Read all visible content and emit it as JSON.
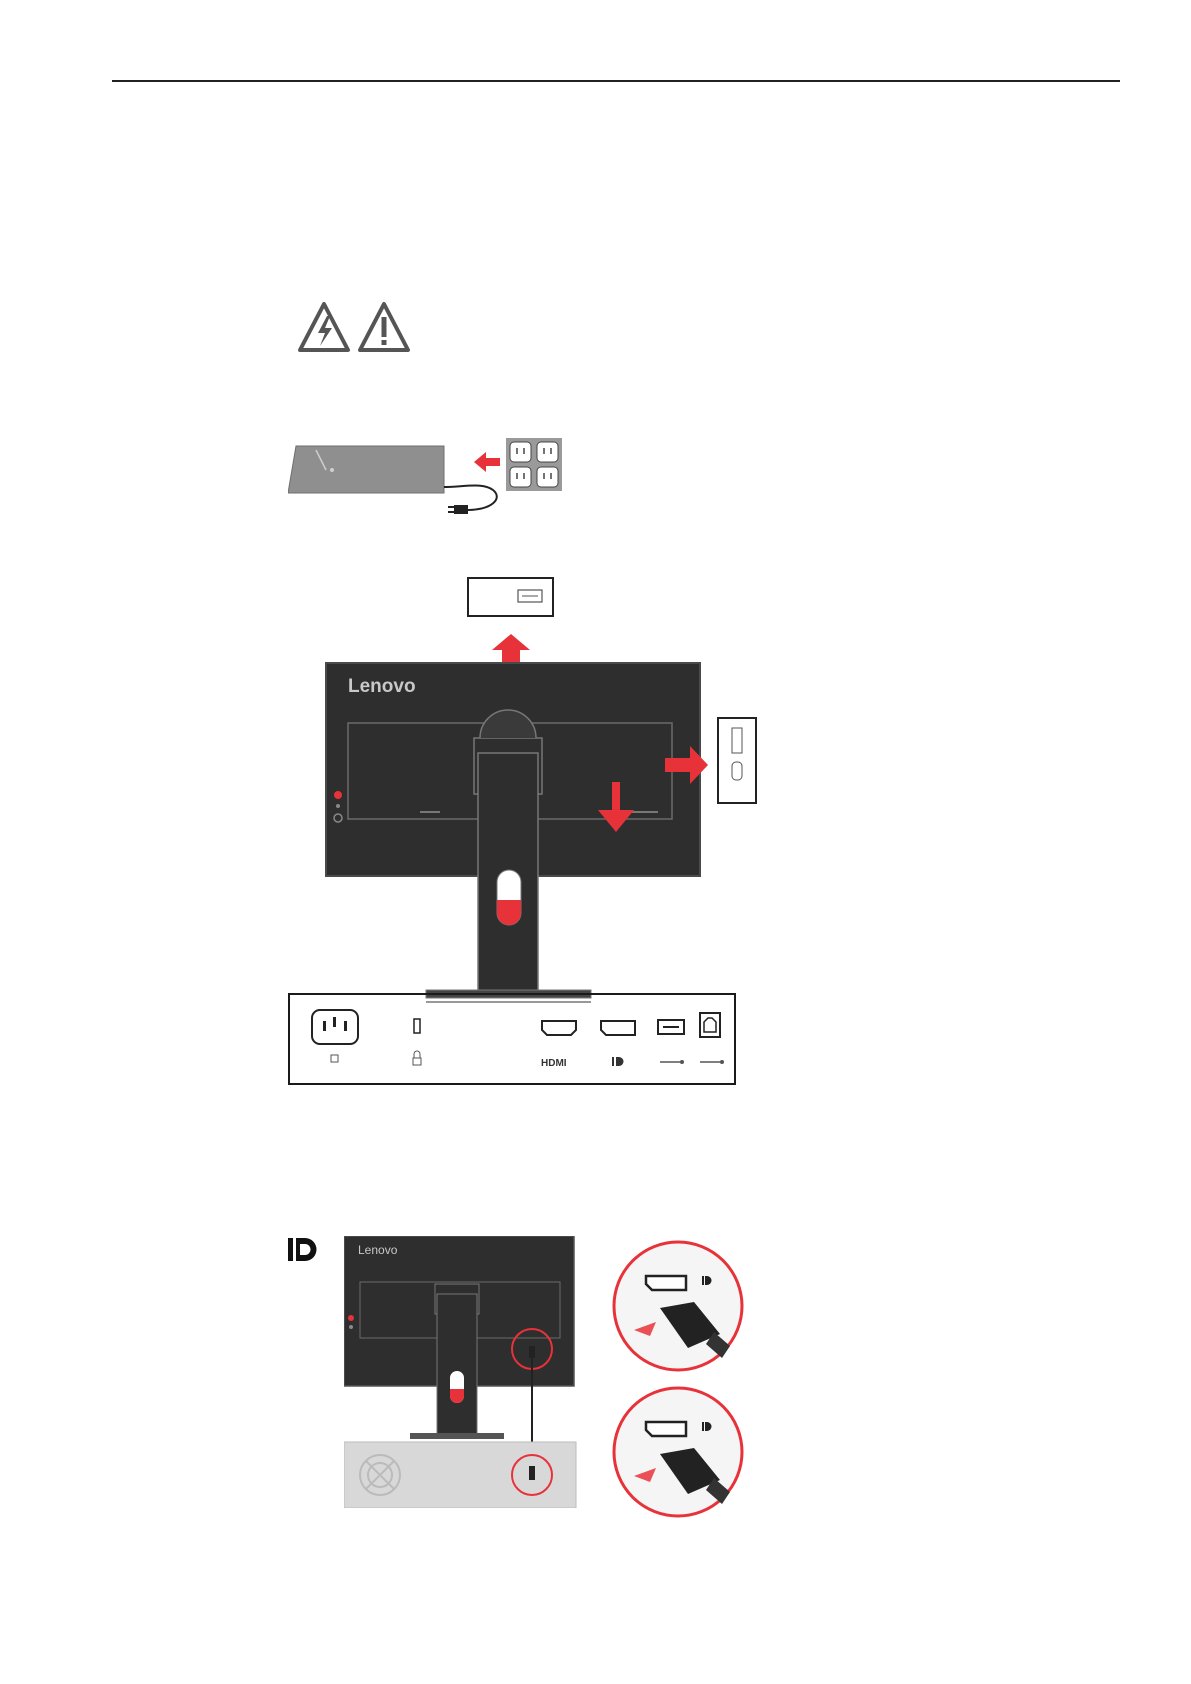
{
  "brand": {
    "logo_top": "Lenovo",
    "logo_bottom": "Lenovo"
  },
  "ports": {
    "hdmi_label": "HDMI"
  },
  "colors": {
    "accent_red": "#e8323a",
    "monitor_body": "#2e2e2e",
    "panel_border": "#1a1a1a"
  },
  "icons": {
    "warning": [
      "electrical-hazard-icon",
      "caution-icon"
    ],
    "power": "power-plug-icon",
    "lock": "lock-icon",
    "usb": "usb-ss-icon",
    "displayport": "displayport-icon"
  }
}
